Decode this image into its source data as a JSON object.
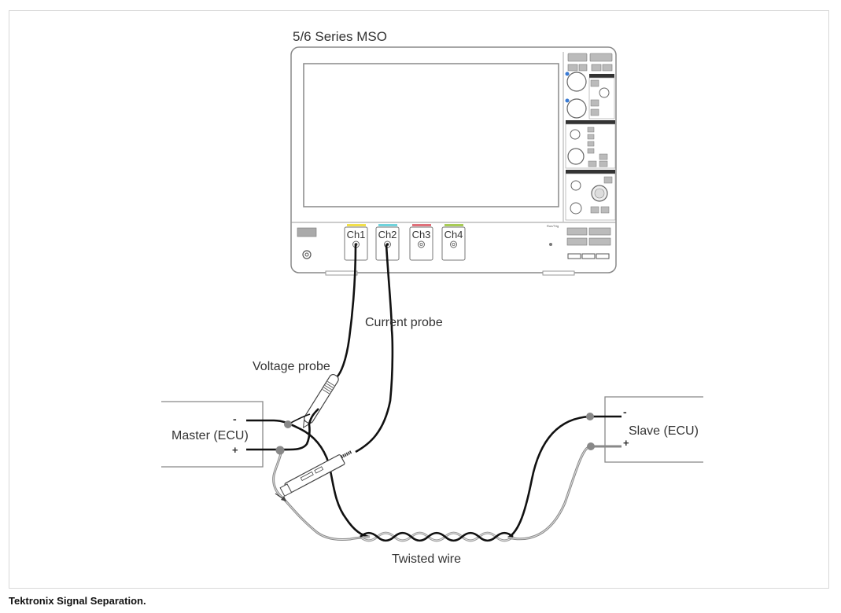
{
  "figure": {
    "title": "5/6 Series MSO",
    "caption": "Tektronix Signal Separation."
  },
  "oscilloscope": {
    "model_label": "5/6 Series MSO",
    "channels": [
      {
        "label": "Ch1",
        "color": "#f2e04a",
        "connected": true
      },
      {
        "label": "Ch2",
        "color": "#6fd3dc",
        "connected": true
      },
      {
        "label": "Ch3",
        "color": "#e0707a",
        "connected": false
      },
      {
        "label": "Ch4",
        "color": "#a8cc55",
        "connected": false
      }
    ],
    "knob_accent": "#3a7bd5"
  },
  "labels": {
    "current_probe": "Current probe",
    "voltage_probe": "Voltage probe",
    "twisted_wire": "Twisted wire"
  },
  "master": {
    "label": "Master (ECU)",
    "minus": "-",
    "plus": "+"
  },
  "slave": {
    "label": "Slave (ECU)",
    "minus": "-",
    "plus": "+"
  }
}
